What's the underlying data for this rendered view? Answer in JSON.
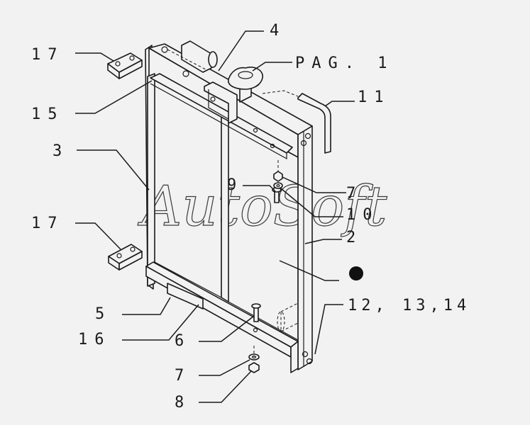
{
  "watermark": "AutoSoft",
  "callouts": {
    "c17a": "17",
    "c15": "15",
    "c3": "3",
    "c17b": "17",
    "c5": "5",
    "c16": "16",
    "c4": "4",
    "cpag": "PAG. 1",
    "c11": "11",
    "c9": "9",
    "c7a": "7",
    "c10": "10",
    "c2": "2",
    "c12": "12,  13,14",
    "c6": "6",
    "c7b": "7",
    "c8": "8"
  }
}
